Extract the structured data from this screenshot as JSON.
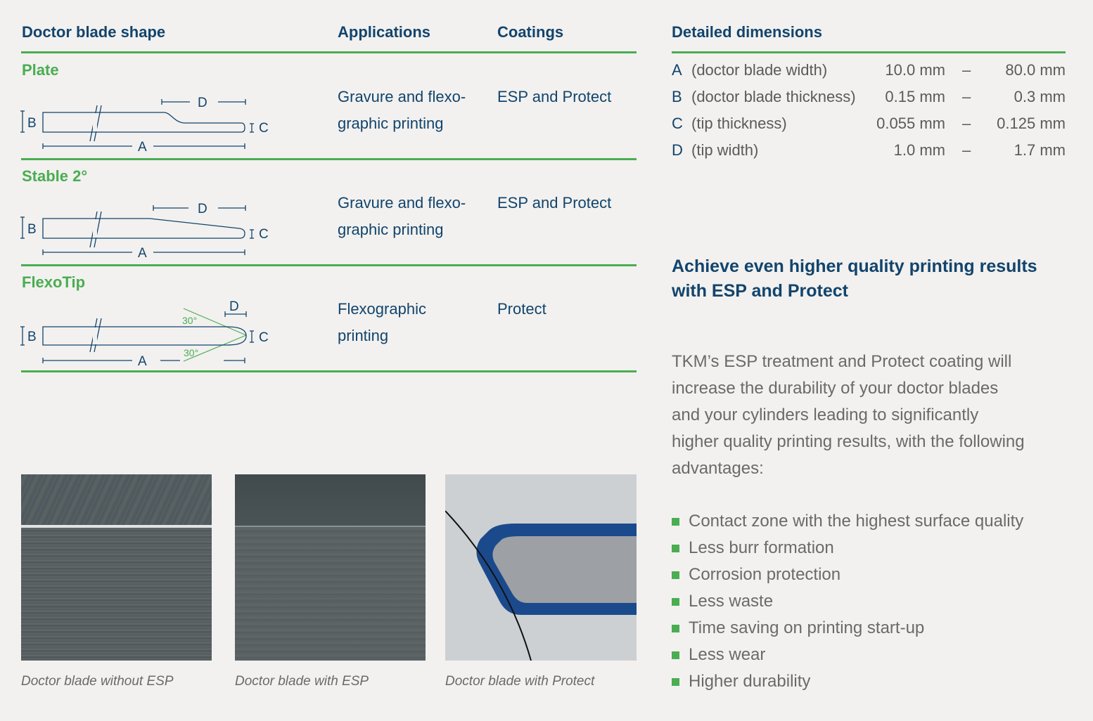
{
  "table": {
    "headers": {
      "shape": "Doctor blade shape",
      "applications": "Applications",
      "coatings": "Coatings"
    },
    "rows": [
      {
        "name": "Plate",
        "app_line1": "Gravure and flexo-",
        "app_line2": "graphic printing",
        "coating": "ESP and Protect"
      },
      {
        "name": "Stable 2°",
        "app_line1": "Gravure and flexo-",
        "app_line2": "graphic printing",
        "coating": "ESP and Protect"
      },
      {
        "name": "FlexoTip",
        "app_line1": "Flexographic",
        "app_line2": "printing",
        "coating": "Protect"
      }
    ],
    "diagram_labels": {
      "a": "A",
      "b": "B",
      "c": "C",
      "d": "D",
      "angle": "30°"
    }
  },
  "dimensions": {
    "header": "Detailed dimensions",
    "rows": [
      {
        "letter": "A",
        "desc": "(doctor blade width)",
        "min": "10.0 mm",
        "dash": "–",
        "max": "80.0 mm"
      },
      {
        "letter": "B",
        "desc": "(doctor blade thickness)",
        "min": "0.15 mm",
        "dash": "–",
        "max": "0.3 mm"
      },
      {
        "letter": "C",
        "desc": "(tip thickness)",
        "min": "0.055 mm",
        "dash": "–",
        "max": "0.125 mm"
      },
      {
        "letter": "D",
        "desc": "(tip width)",
        "min": "1.0 mm",
        "dash": "–",
        "max": "1.7 mm"
      }
    ]
  },
  "promo": {
    "heading_line1": "Achieve even higher quality printing results",
    "heading_line2": "with ESP and Protect",
    "paragraph_lines": [
      "TKM’s ESP treatment and Protect coating will",
      "increase the durability of your doctor blades",
      "and your cylinders leading to significantly",
      "higher quality printing results, with the following",
      "advantages:"
    ],
    "advantages": [
      "Contact zone with the highest surface quality",
      "Less burr formation",
      "Corrosion protection",
      "Less waste",
      "Time saving on printing start-up",
      "Less wear",
      "Higher durability"
    ]
  },
  "photos": {
    "captions": [
      "Doctor blade without ESP",
      "Doctor blade with ESP",
      "Doctor blade with Protect"
    ]
  },
  "colors": {
    "background": "#f2f1ef",
    "accent_green": "#4aad52",
    "heading_blue": "#12446d",
    "coating_blue": "#1b4a8c"
  }
}
